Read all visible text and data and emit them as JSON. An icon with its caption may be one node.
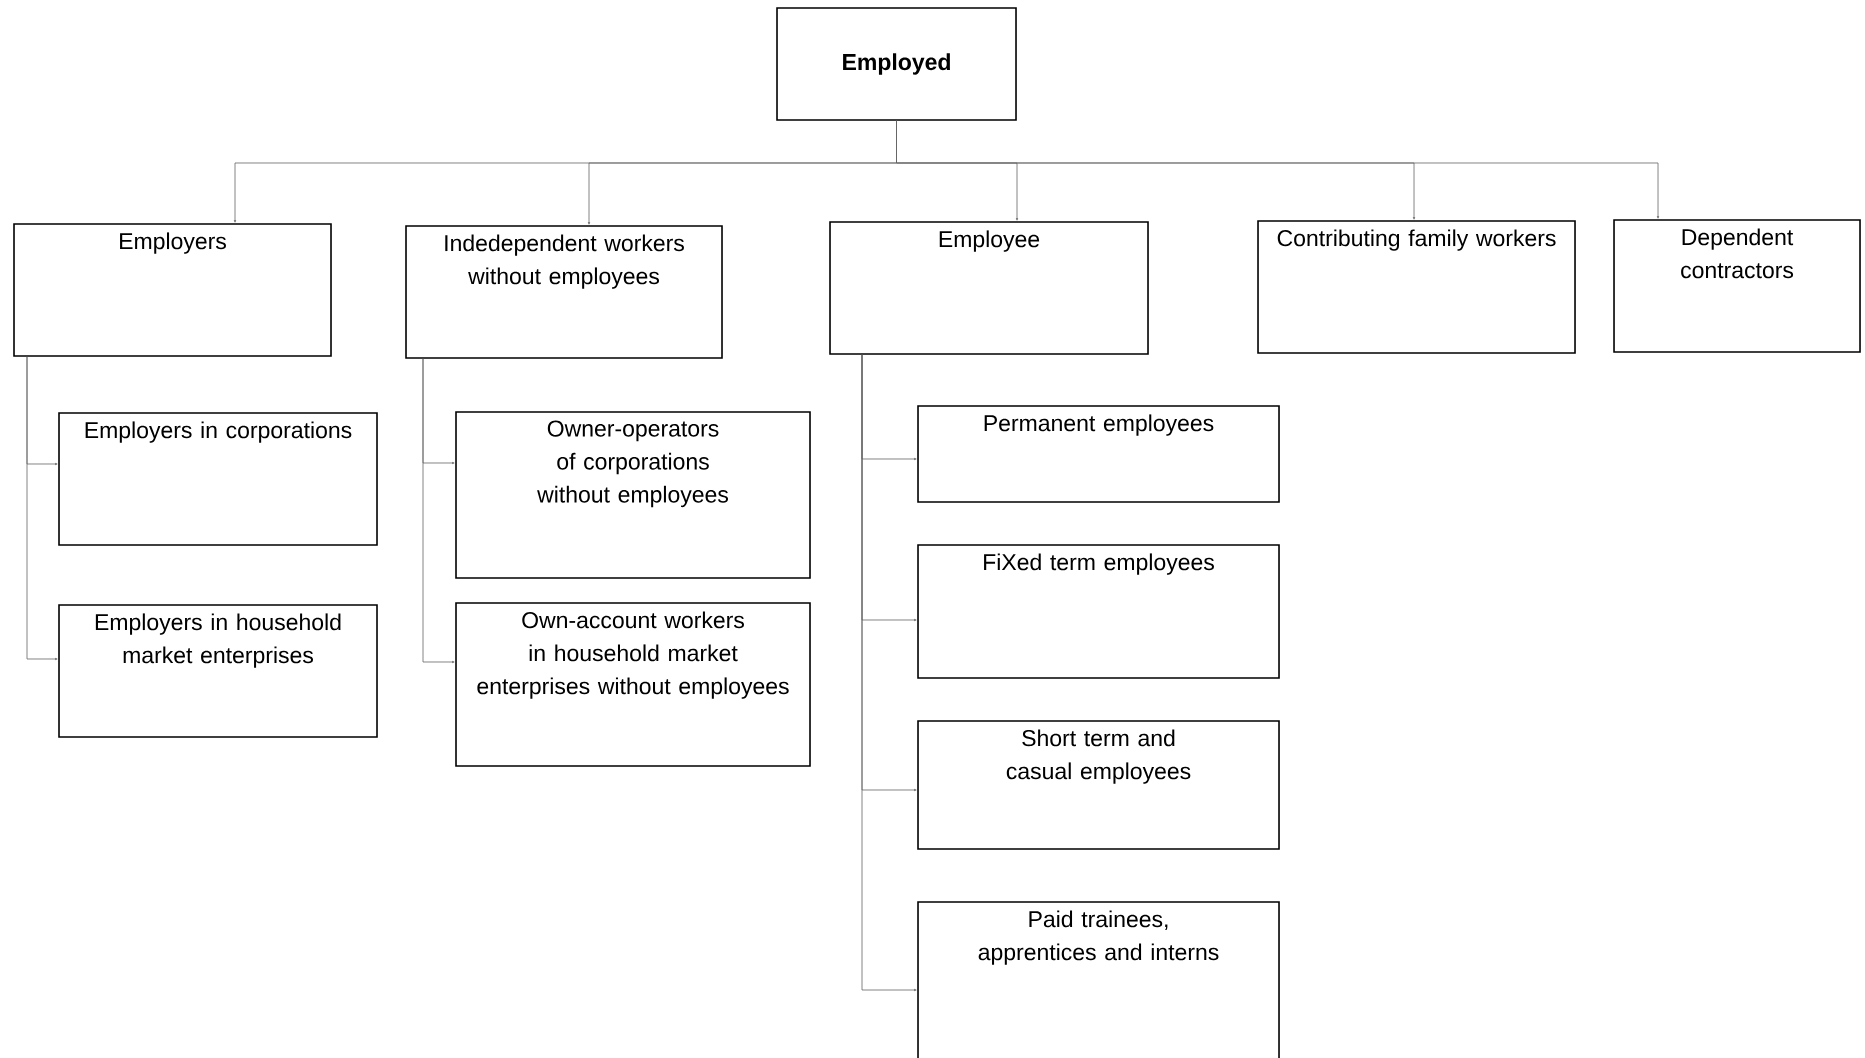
{
  "diagram": {
    "nodes": [
      {
        "text": [
          "Employed"
        ]
      },
      {
        "text": [
          "Employers"
        ]
      },
      {
        "text": [
          "Indedependent workers without employees"
        ]
      },
      {
        "text": [
          "Employee"
        ]
      },
      {
        "text": [
          "Contributing family workers"
        ]
      },
      {
        "text": [
          "Dependent contractors"
        ]
      },
      {
        "text": [
          "Employers in corporations"
        ]
      },
      {
        "text": [
          "Employers in household market enterprises"
        ]
      },
      {
        "text": [
          "Owner-operators of corporations without employees"
        ]
      },
      {
        "text": [
          "Own-account workers in household market enterprises without employees"
        ]
      },
      {
        "text": [
          "Permanent employees"
        ]
      },
      {
        "text": [
          "FiXed term employees"
        ]
      },
      {
        "text": [
          "Short term and casual employees"
        ]
      },
      {
        "text": [
          "Paid trainees, apprentices and interns"
        ]
      }
    ],
    "edges": [
      {
        "from": 0,
        "to": 1,
        "arrow": "to"
      },
      {
        "from": 0,
        "to": 2,
        "arrow": "to"
      },
      {
        "from": 0,
        "to": 3,
        "arrow": "to"
      },
      {
        "from": 0,
        "to": 4,
        "arrow": "to"
      },
      {
        "from": 0,
        "to": 5,
        "arrow": "to"
      },
      {
        "from": 1,
        "to": 6,
        "arrow": "to"
      },
      {
        "from": 1,
        "to": 7,
        "arrow": "to"
      },
      {
        "from": 2,
        "to": 8,
        "arrow": "to"
      },
      {
        "from": 2,
        "to": 9,
        "arrow": "to"
      },
      {
        "from": 3,
        "to": 10,
        "arrow": "to"
      },
      {
        "from": 3,
        "to": 11,
        "arrow": "to"
      },
      {
        "from": 3,
        "to": 12,
        "arrow": "to"
      },
      {
        "from": 3,
        "to": 13,
        "arrow": "to"
      }
    ]
  }
}
